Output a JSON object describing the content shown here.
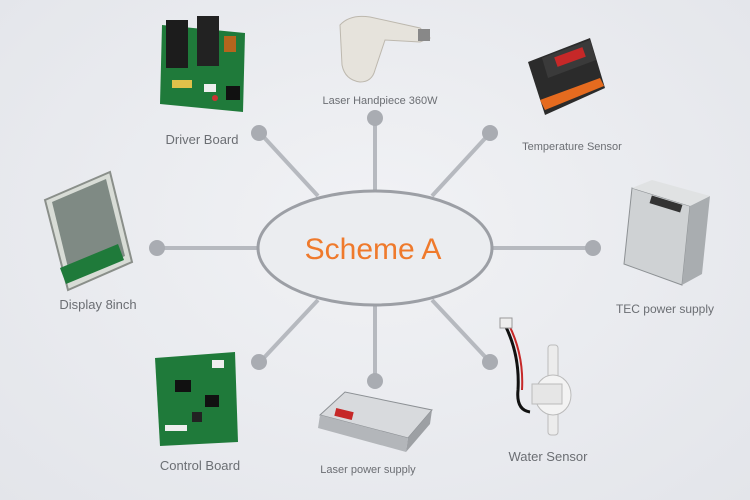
{
  "center": {
    "label": "Scheme A"
  },
  "components": [
    {
      "id": "driver-board",
      "label": "Driver Board",
      "icon": "circuit-board-with-heatsinks"
    },
    {
      "id": "laser-handpiece",
      "label": "Laser Handpiece 360W",
      "icon": "handpiece"
    },
    {
      "id": "temperature-sensor",
      "label": "Temperature Sensor",
      "icon": "digital-controller"
    },
    {
      "id": "display",
      "label": "Display 8inch",
      "icon": "lcd-panel"
    },
    {
      "id": "tec-power-supply",
      "label": "TEC power supply",
      "icon": "psu-box"
    },
    {
      "id": "control-board",
      "label": "Control Board",
      "icon": "pcb"
    },
    {
      "id": "laser-power-supply",
      "label": "Laser power supply",
      "icon": "psu-box-flat"
    },
    {
      "id": "water-sensor",
      "label": "Water Sensor",
      "icon": "flow-sensor"
    }
  ],
  "colors": {
    "accent": "#ef7a2c",
    "connector": "#b6b9bf",
    "node": "#a9acb2",
    "label": "#6b6e73",
    "pcb": "#1f7a3a"
  }
}
